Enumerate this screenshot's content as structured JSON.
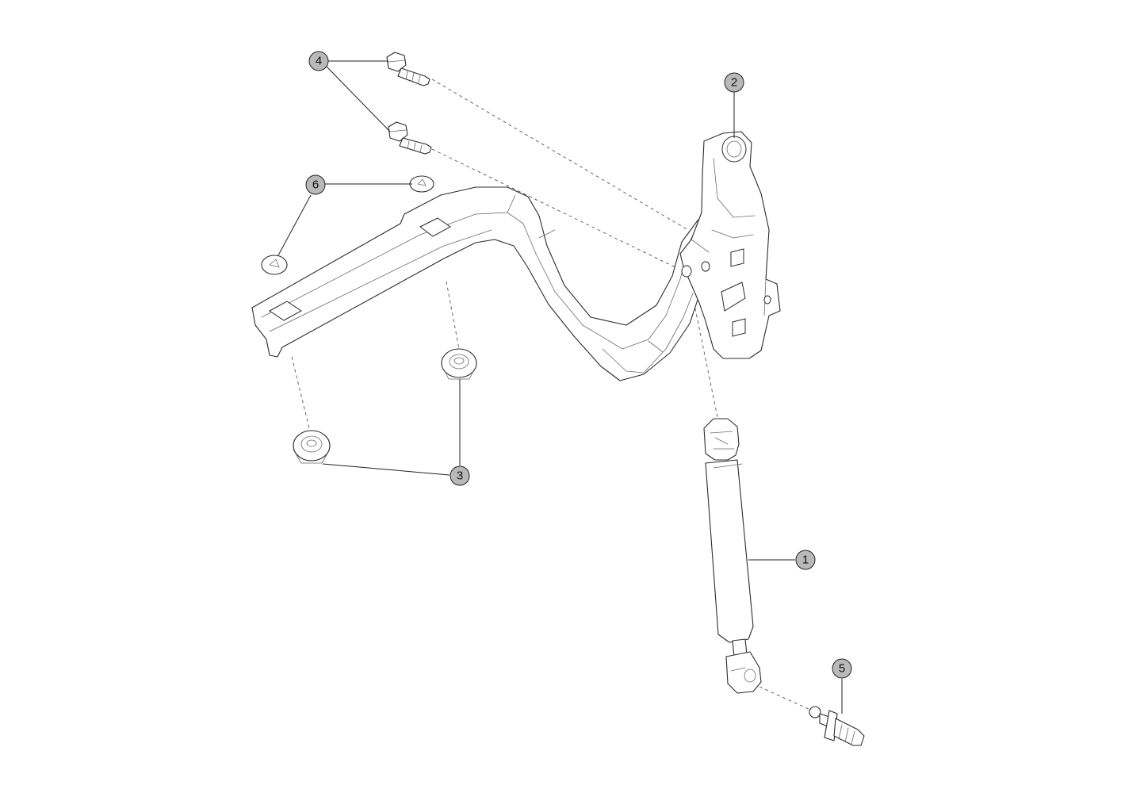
{
  "callouts": {
    "c1": "1",
    "c2": "2",
    "c3": "3",
    "c4": "4",
    "c5": "5",
    "c6": "6"
  },
  "colors": {
    "callout_fill": "#b9b9b9",
    "line": "#2b2b2b"
  }
}
